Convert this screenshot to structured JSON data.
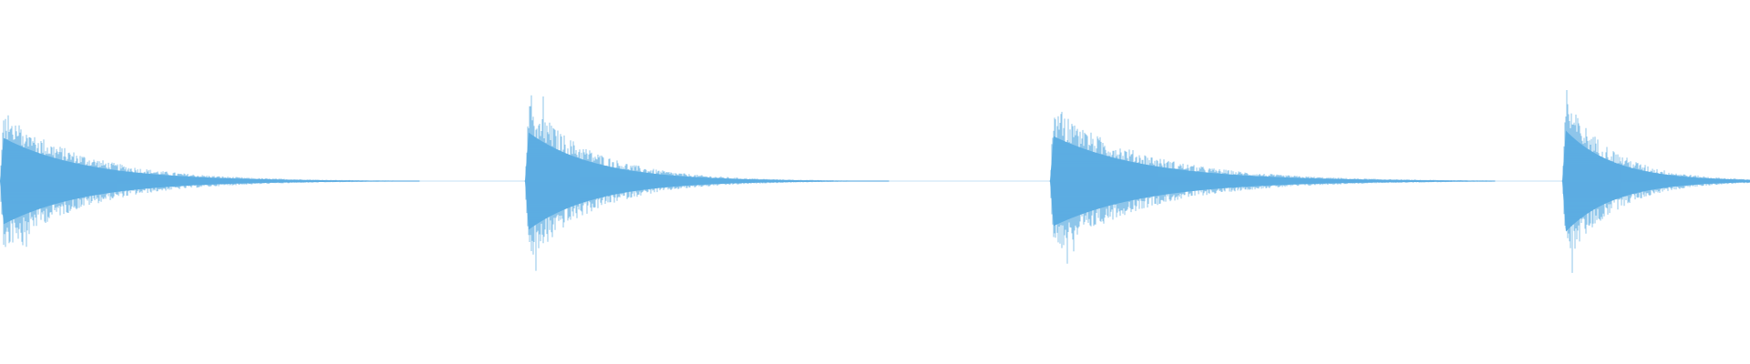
{
  "waveform": {
    "color": "#5dade2",
    "background": "#ffffff",
    "bursts": [
      {
        "peak_amplitude": 0.58,
        "decay": 3.2,
        "attack_peak": 0.62
      },
      {
        "peak_amplitude": 0.66,
        "decay": 3.4,
        "attack_peak": 0.71
      },
      {
        "peak_amplitude": 0.6,
        "decay": 3.0,
        "attack_peak": 0.66
      },
      {
        "peak_amplitude": 0.7,
        "decay": 2.4,
        "attack_peak": 0.74
      }
    ]
  }
}
